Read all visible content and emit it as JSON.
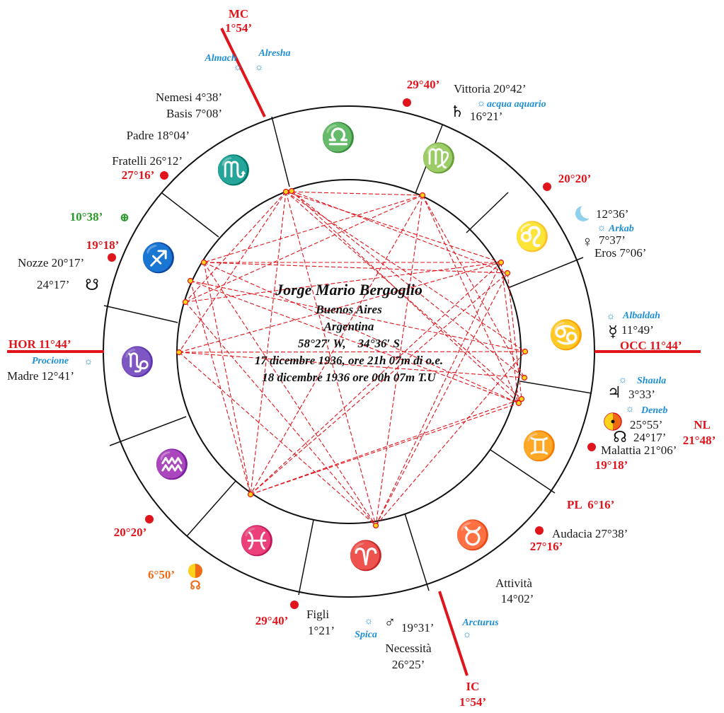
{
  "center": {
    "name": "Jorge Mario Bergoglio",
    "city": "Buenos Aires",
    "country": "Argentina",
    "coords": "58°27′ W,    34°36′ S",
    "local_time": "17 dicembre 1936, ore 21h 07m di o.e.",
    "ut_time": "18 dicembre 1936 ore 00h 07m T.U"
  },
  "axes": {
    "mc_label": "MC",
    "mc_deg": "1°54’",
    "ic_label": "IC",
    "ic_deg": "1°54’",
    "hor": "HOR 11°44’",
    "occ": "OCC 11°44’"
  },
  "signs": {
    "libra": "♎",
    "virgo": "♍",
    "leo": "♌",
    "cancer": "♋",
    "gemini": "♊",
    "taurus": "♉",
    "aries": "♈",
    "pisces": "♓",
    "aquarius": "♒",
    "capricorn": "♑",
    "sagittarius": "♐",
    "scorpio": "♏"
  },
  "cusps": {
    "c_2940_top": "29°40’",
    "c_2020_top": "20°20’",
    "c_1918_right": "19°18’",
    "c_2716_right": "27°16’",
    "c_2940_bottom": "29°40’",
    "c_2020_left": "20°20’",
    "c_1918_left": "19°18’",
    "c_2716_left": "27°16’"
  },
  "labels": {
    "nemesi": "Nemesi 4°38’",
    "basis": "Basis 7°08’",
    "padre": "Padre 18°04’",
    "fratelli": "Fratelli 26°12’",
    "fortuna_deg": "10°38’",
    "fortuna_glyph": "⊕",
    "nozze": "Nozze 20°17’",
    "south_node_deg": "24°17’",
    "south_node_glyph": "☋",
    "madre": "Madre 12°41’",
    "vittoria": "Vittoria 20°42’",
    "saturn_glyph": "♄",
    "saturn_deg": "16°21’",
    "moon_glyph": "☾",
    "moon_deg": "12°36’",
    "venus_glyph": "♀",
    "venus_deg": "7°37’",
    "eros": "Eros 7°06’",
    "mercury_glyph": "☿",
    "mercury_deg": "11°49’",
    "jupiter_glyph": "♃",
    "jupiter_deg": "3°33’",
    "sun_deg": "25°55’",
    "north_node_glyph": "☊",
    "north_node_deg": "24°17’",
    "nl": "NL",
    "nl_deg": "21°48’",
    "malattia": "Malattia 21°06’",
    "pl": "PL  6°16’",
    "audacia": "Audacia 27°38’",
    "attivita": "Attività",
    "attivita_deg": "14°02’",
    "mars_glyph": "♂",
    "mars_deg": "19°31’",
    "necessita": "Necessità",
    "necessita_deg": "26°25’",
    "figli": "Figli",
    "figli_deg": "1°21’",
    "sun_left_deg": "6°50’",
    "sun_left_glyph": "☊"
  },
  "stars": {
    "symbol": "☼",
    "almach": "Almach",
    "alresha": "Alresha",
    "acqua_aquario": "acqua aquario",
    "arkab": "Arkab",
    "albaldah": "Albaldah",
    "procione": "Procione",
    "shaula": "Shaula",
    "deneb": "Deneb",
    "arcturus": "Arcturus",
    "spica": "Spica"
  },
  "colors": {
    "axis_red": "#e0141b",
    "star_blue": "#1f8fd4",
    "fortuna_green": "#2a9a2a",
    "sun_orange": "#ee6a14",
    "aspect_red": "#e0141b",
    "node_yellow": "#ffd21c"
  }
}
